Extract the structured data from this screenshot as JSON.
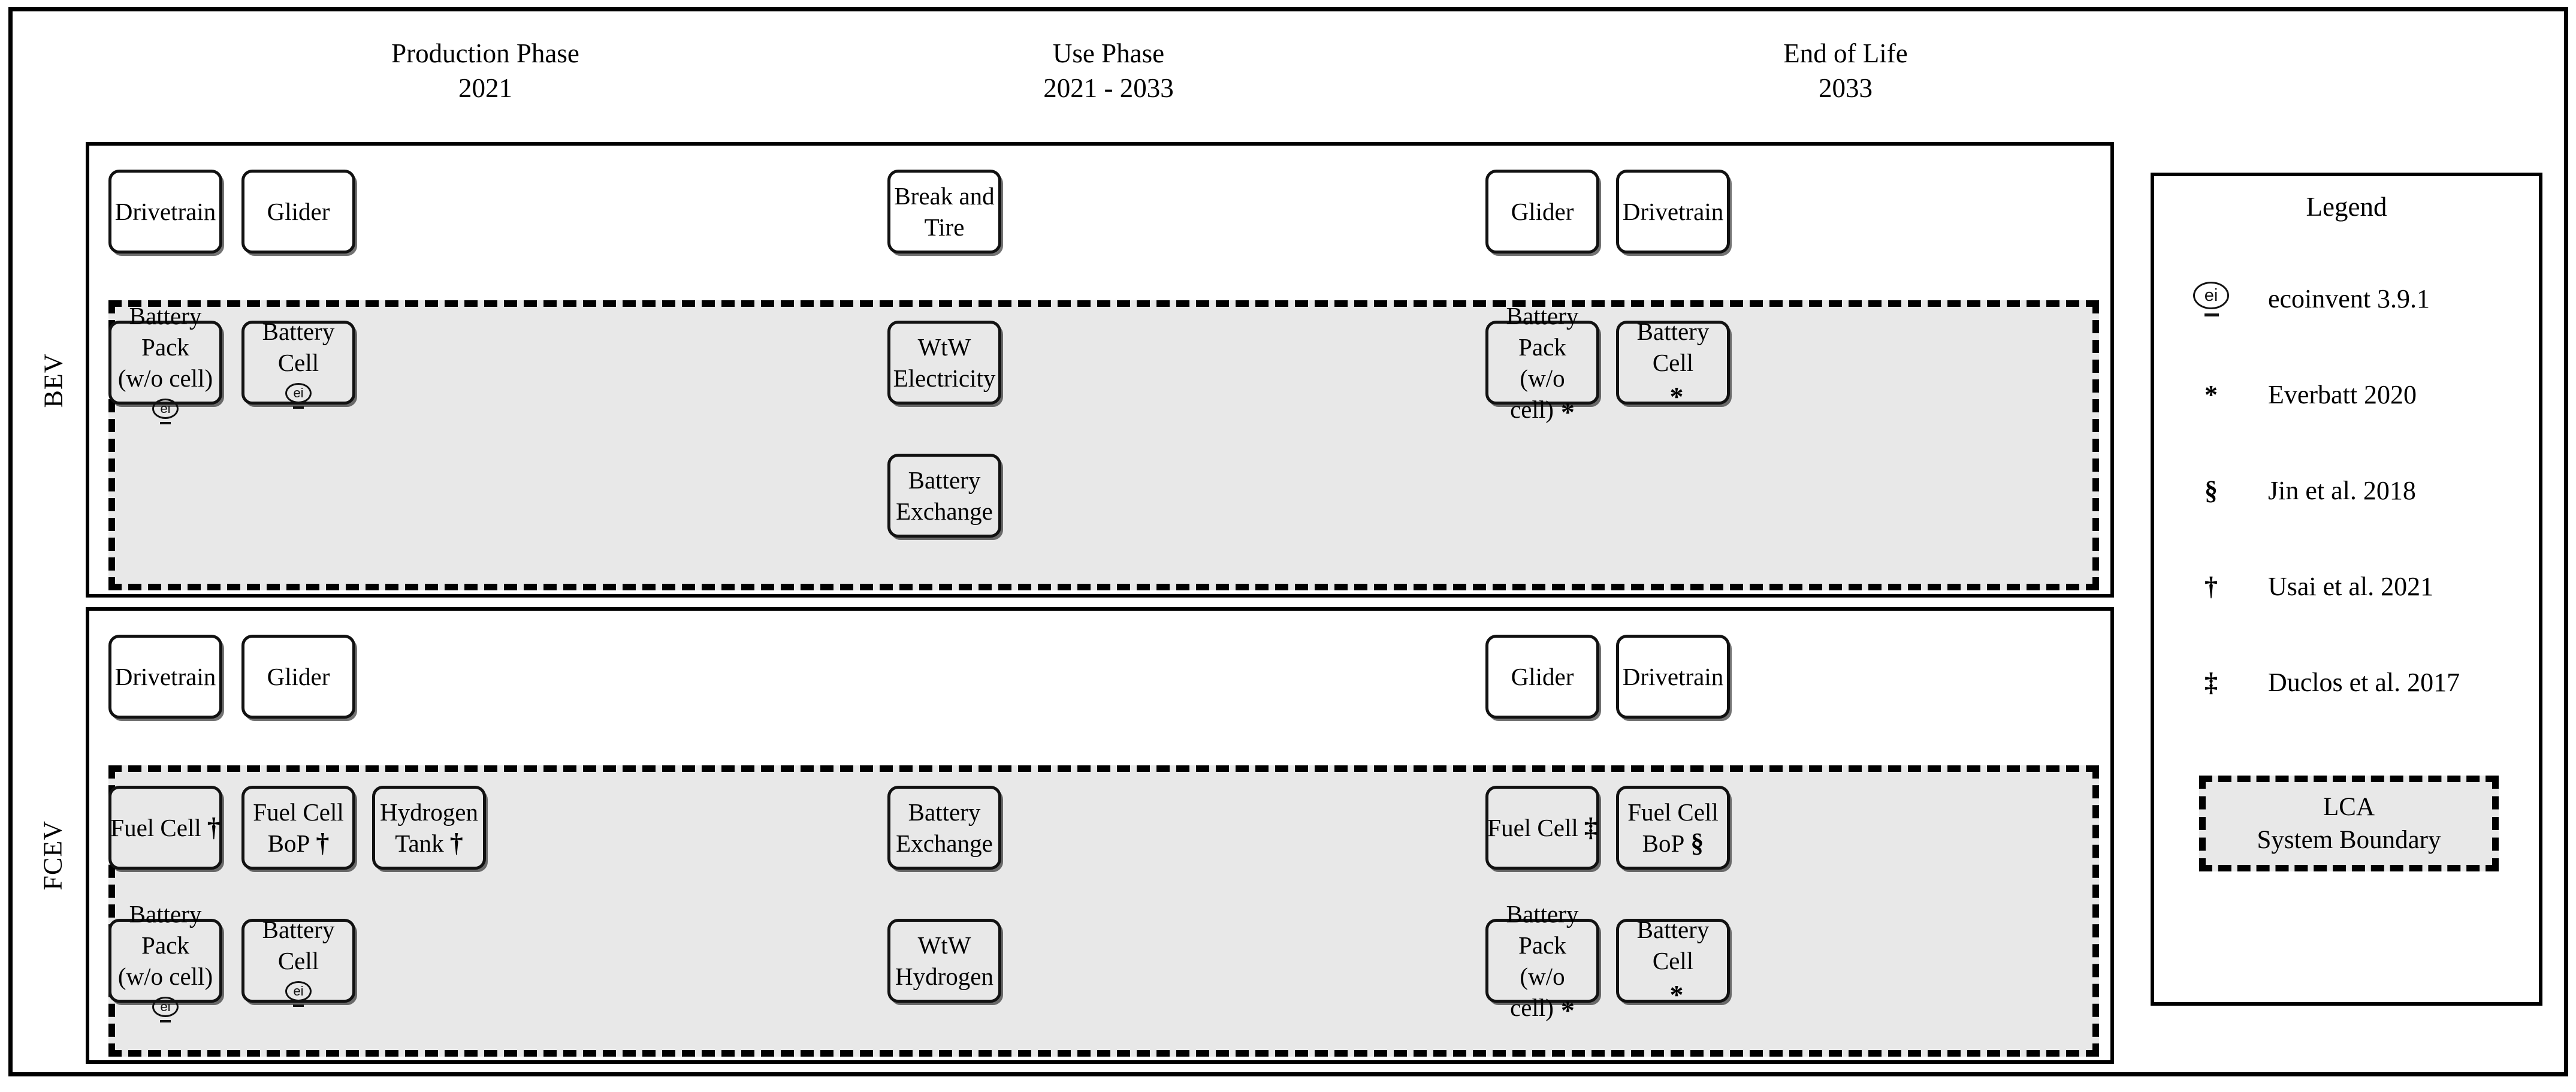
{
  "figure": {
    "phases": [
      {
        "name": "Production Phase",
        "years": "2021"
      },
      {
        "name": "Use Phase",
        "years": "2021 - 2033"
      },
      {
        "name": "End of Life",
        "years": "2033"
      }
    ],
    "rows": [
      {
        "key": "bev",
        "label": "BEV"
      },
      {
        "key": "fcev",
        "label": "FCEV"
      }
    ],
    "bev": {
      "above_boundary": [
        {
          "label": "Drivetrain",
          "marker": ""
        },
        {
          "label": "Glider",
          "marker": ""
        },
        {
          "label": "Break and\nTire",
          "marker": ""
        },
        {
          "label": "Glider",
          "marker": ""
        },
        {
          "label": "Drivetrain",
          "marker": ""
        }
      ],
      "inside_boundary": [
        {
          "label": "Battery Pack\n(w/o cell)",
          "marker": "ecoinvent"
        },
        {
          "label": "Battery Cell",
          "marker": "ecoinvent"
        },
        {
          "label": "WtW\nElectricity",
          "marker": ""
        },
        {
          "label": "Battery\nExchange",
          "marker": ""
        },
        {
          "label": "Battery Pack\n(w/o cell)",
          "marker": "asterisk"
        },
        {
          "label": "Battery Cell",
          "marker": "asterisk"
        }
      ]
    },
    "fcev": {
      "above_boundary": [
        {
          "label": "Drivetrain",
          "marker": ""
        },
        {
          "label": "Glider",
          "marker": ""
        },
        {
          "label": "Glider",
          "marker": ""
        },
        {
          "label": "Drivetrain",
          "marker": ""
        }
      ],
      "inside_boundary": [
        {
          "label": "Fuel Cell",
          "marker": "dagger"
        },
        {
          "label": "Fuel Cell\nBoP",
          "marker": "dagger"
        },
        {
          "label": "Hydrogen\nTank",
          "marker": "dagger"
        },
        {
          "label": "Battery\nExchange",
          "marker": ""
        },
        {
          "label": "Fuel Cell",
          "marker": "doubledagger"
        },
        {
          "label": "Fuel Cell\nBoP",
          "marker": "section"
        },
        {
          "label": "Battery Pack\n(w/o cell)",
          "marker": "ecoinvent"
        },
        {
          "label": "Battery Cell",
          "marker": "ecoinvent"
        },
        {
          "label": "WtW\nHydrogen",
          "marker": ""
        },
        {
          "label": "Battery Pack\n(w/o cell)",
          "marker": "asterisk"
        },
        {
          "label": "Battery Cell",
          "marker": "asterisk"
        }
      ]
    },
    "legend": {
      "title": "Legend",
      "entries": [
        {
          "symbol": "ecoinvent",
          "text": "ecoinvent 3.9.1"
        },
        {
          "symbol": "*",
          "text": "Everbatt 2020"
        },
        {
          "symbol": "§",
          "text": "Jin et al. 2018"
        },
        {
          "symbol": "†",
          "text": "Usai et al. 2021"
        },
        {
          "symbol": "‡",
          "text": "Duclos et al. 2017"
        }
      ],
      "boundary_swatch": "LCA\nSystem Boundary"
    },
    "colors": {
      "boundary_fill": "#e8e8e8",
      "line": "#000000",
      "box_fill": "#ffffff"
    }
  }
}
